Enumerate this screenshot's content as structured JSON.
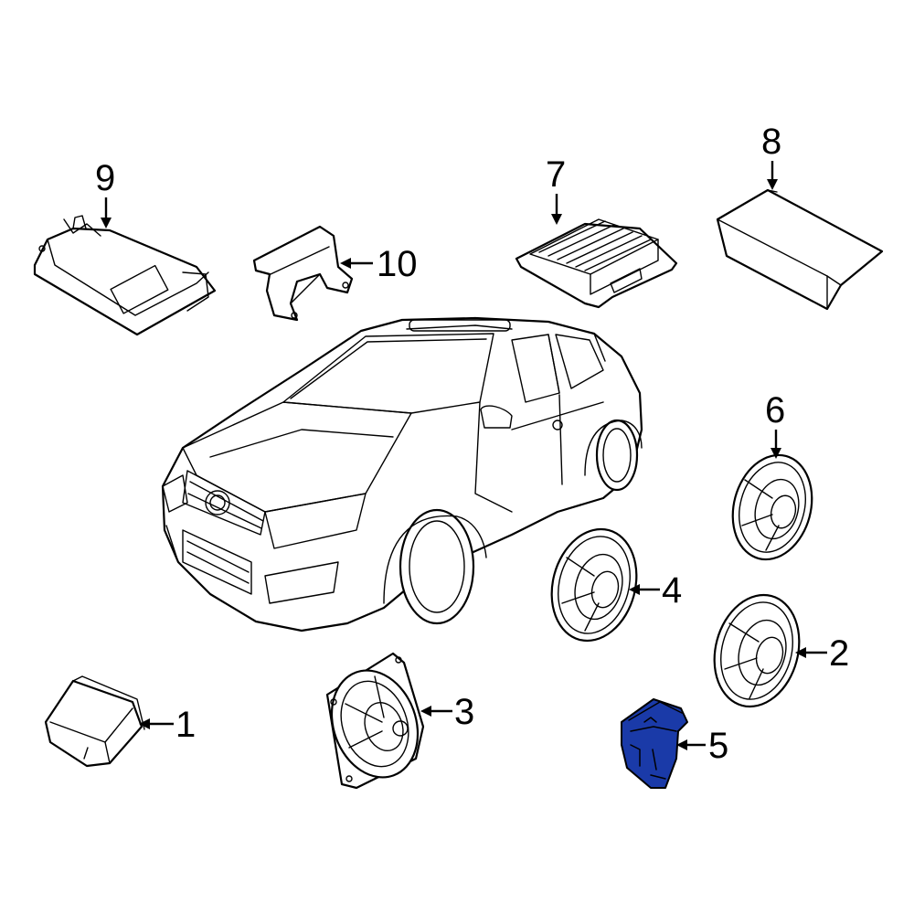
{
  "callouts": [
    {
      "id": "1",
      "label": "1"
    },
    {
      "id": "2",
      "label": "2"
    },
    {
      "id": "3",
      "label": "3"
    },
    {
      "id": "4",
      "label": "4"
    },
    {
      "id": "5",
      "label": "5"
    },
    {
      "id": "6",
      "label": "6"
    },
    {
      "id": "7",
      "label": "7"
    },
    {
      "id": "8",
      "label": "8"
    },
    {
      "id": "9",
      "label": "9"
    },
    {
      "id": "10",
      "label": "10"
    }
  ],
  "highlighted_part": "5",
  "colors": {
    "highlight": "#1a3aa8",
    "line": "#000000",
    "background": "#ffffff"
  }
}
